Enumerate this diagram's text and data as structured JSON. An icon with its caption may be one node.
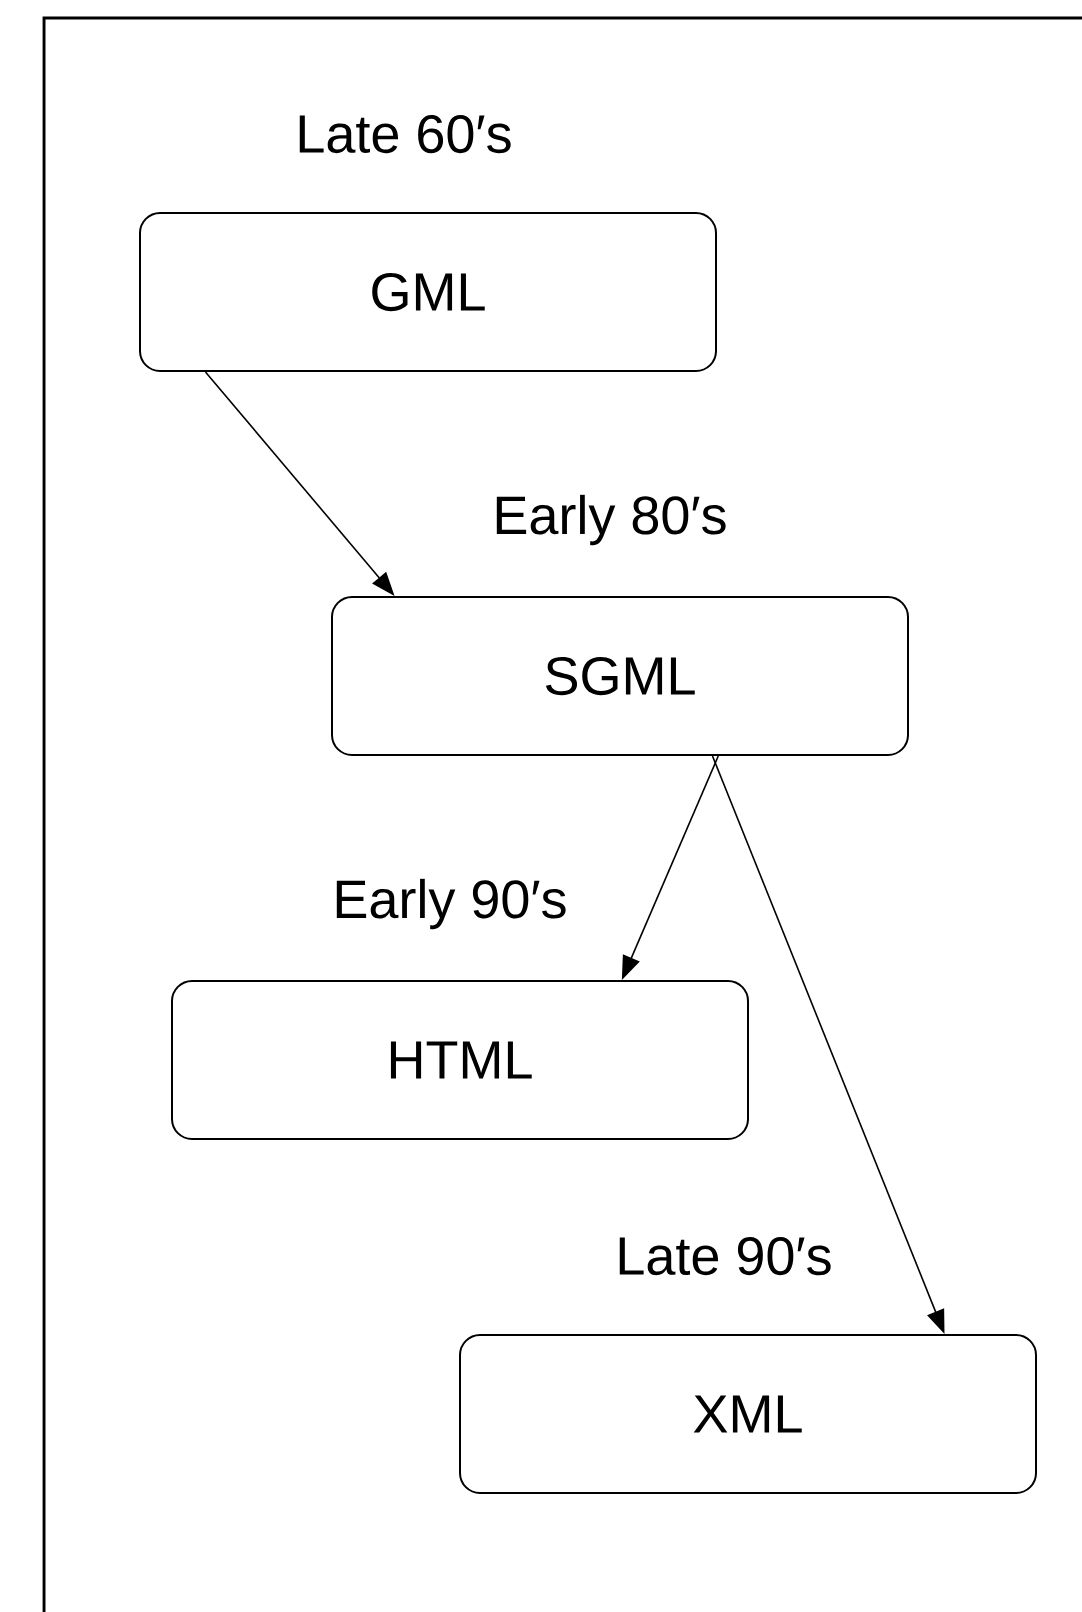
{
  "diagram": {
    "nodes": [
      {
        "text": [
          "GML"
        ],
        "beside": [
          "Late 60′s"
        ]
      },
      {
        "text": [
          "SGML"
        ],
        "beside": [
          "Early 80′s"
        ]
      },
      {
        "text": [
          "HTML"
        ],
        "beside": [
          "Early 90′s"
        ]
      },
      {
        "text": [
          "XML"
        ],
        "beside": [
          "Late 90′s"
        ]
      }
    ],
    "edges": [
      {
        "from": 0,
        "to": 1,
        "arrow": "to"
      },
      {
        "from": 1,
        "to": 2,
        "arrow": "to"
      },
      {
        "from": 1,
        "to": 3,
        "arrow": "to"
      }
    ]
  }
}
